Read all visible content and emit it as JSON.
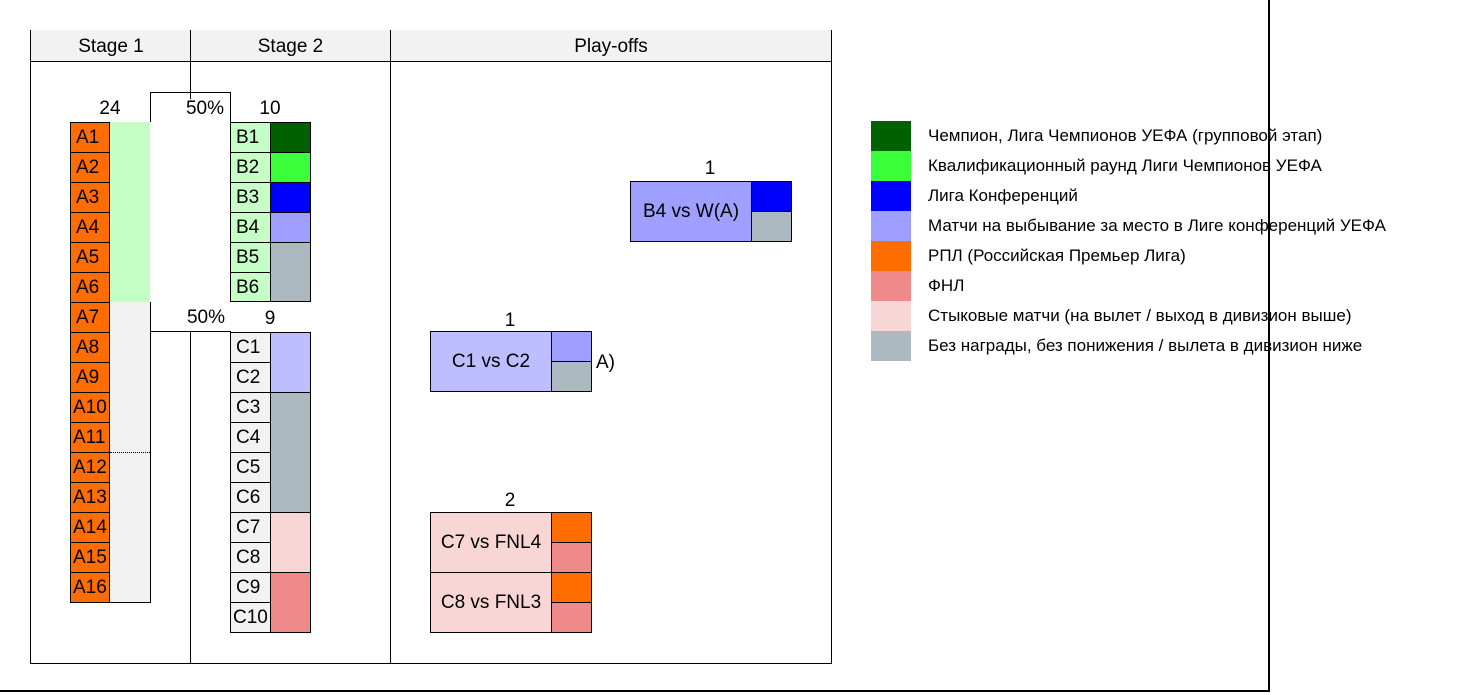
{
  "headers": {
    "stage1": "Stage 1",
    "stage2": "Stage 2",
    "playoffs": "Play-offs"
  },
  "counts": {
    "stage1": "24",
    "pct_top": "50%",
    "stage2_top": "10",
    "pct_bottom": "50%",
    "stage2_bottom": "9"
  },
  "colors": {
    "dark_green": "#006100",
    "green": "#3cff3c",
    "blue": "#0000ff",
    "lilac": "#9f9fff",
    "orange": "#ff6d00",
    "red": "#ee8a8a",
    "pink": "#f9d6d6",
    "grey": "#adb9c0",
    "light_green": "#c6ffc6",
    "light_lilac": "#bdbdff",
    "header_grey": "#f2f2f2"
  },
  "stage1_teams": [
    "A1",
    "A2",
    "A3",
    "A4",
    "A5",
    "A6",
    "A7",
    "A8",
    "A9",
    "A10",
    "A11",
    "A12",
    "A13",
    "A14",
    "A15",
    "A16"
  ],
  "stage2_top": [
    "B1",
    "B2",
    "B3",
    "B4",
    "B5",
    "B6"
  ],
  "stage2_bottom": [
    "C1",
    "C2",
    "C3",
    "C4",
    "C5",
    "C6",
    "C7",
    "C8",
    "C9",
    "C10"
  ],
  "playoffs": {
    "m1": {
      "count": "1",
      "label": "B4 vs W(A)"
    },
    "m2": {
      "count": "1",
      "label": "C1 vs C2",
      "note": "A)"
    },
    "m3": {
      "count": "2",
      "label1": "C7 vs FNL4",
      "label2": "C8 vs FNL3"
    }
  },
  "legend": [
    {
      "color": "#006100",
      "text": "Чемпион, Лига Чемпионов УЕФА (групповой этап)"
    },
    {
      "color": "#3cff3c",
      "text": "Квалификационный раунд Лиги Чемпионов УЕФА"
    },
    {
      "color": "#0000ff",
      "text": "Лига Конференций"
    },
    {
      "color": "#9f9fff",
      "text": "Матчи на выбывание за место в Лиге конференций УЕФА"
    },
    {
      "color": "#ff6d00",
      "text": "РПЛ (Российская Премьер Лига)"
    },
    {
      "color": "#ee8a8a",
      "text": "ФНЛ"
    },
    {
      "color": "#f9d6d6",
      "text": "Стыковые матчи (на вылет / выход в дивизион выше)"
    },
    {
      "color": "#adb9c0",
      "text": "Без награды, без понижения / вылета в дивизион ниже"
    }
  ]
}
